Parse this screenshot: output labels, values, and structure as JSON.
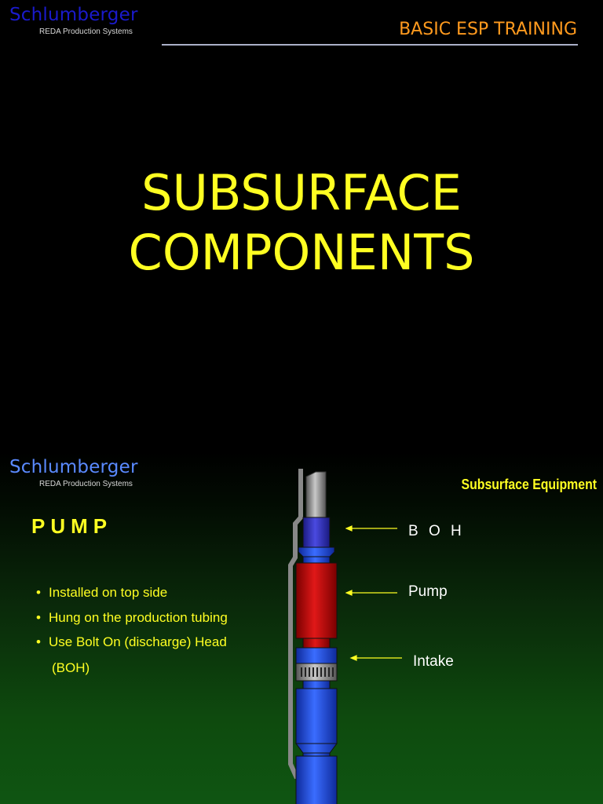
{
  "slide1": {
    "brand": {
      "name": "Schlumberger",
      "sub": "REDA Production Systems",
      "name_color": "#1a1acc"
    },
    "header_title": "BASIC ESP TRAINING",
    "title_line1": "SUBSURFACE",
    "title_line2": "COMPONENTS",
    "colors": {
      "title": "#ffff22",
      "header": "#ff9a1e"
    }
  },
  "slide2": {
    "brand": {
      "name": "Schlumberger",
      "sub": "REDA Production Systems",
      "name_color": "#5a8aff"
    },
    "corner_label": "Subsurface Equipment",
    "heading": "PUMP",
    "bullets": [
      "Installed on top side",
      "Hung on the production tubing",
      "Use Bolt On (discharge) Head"
    ],
    "bullet_continuation": "(BOH)",
    "callouts": {
      "boh": "B O H",
      "pump": "Pump",
      "intake": "Intake"
    },
    "colors": {
      "boh": "#3a3acc",
      "pump": "#cc1010",
      "motor": "#1e4cd2",
      "arrow": "#ffff22"
    }
  }
}
